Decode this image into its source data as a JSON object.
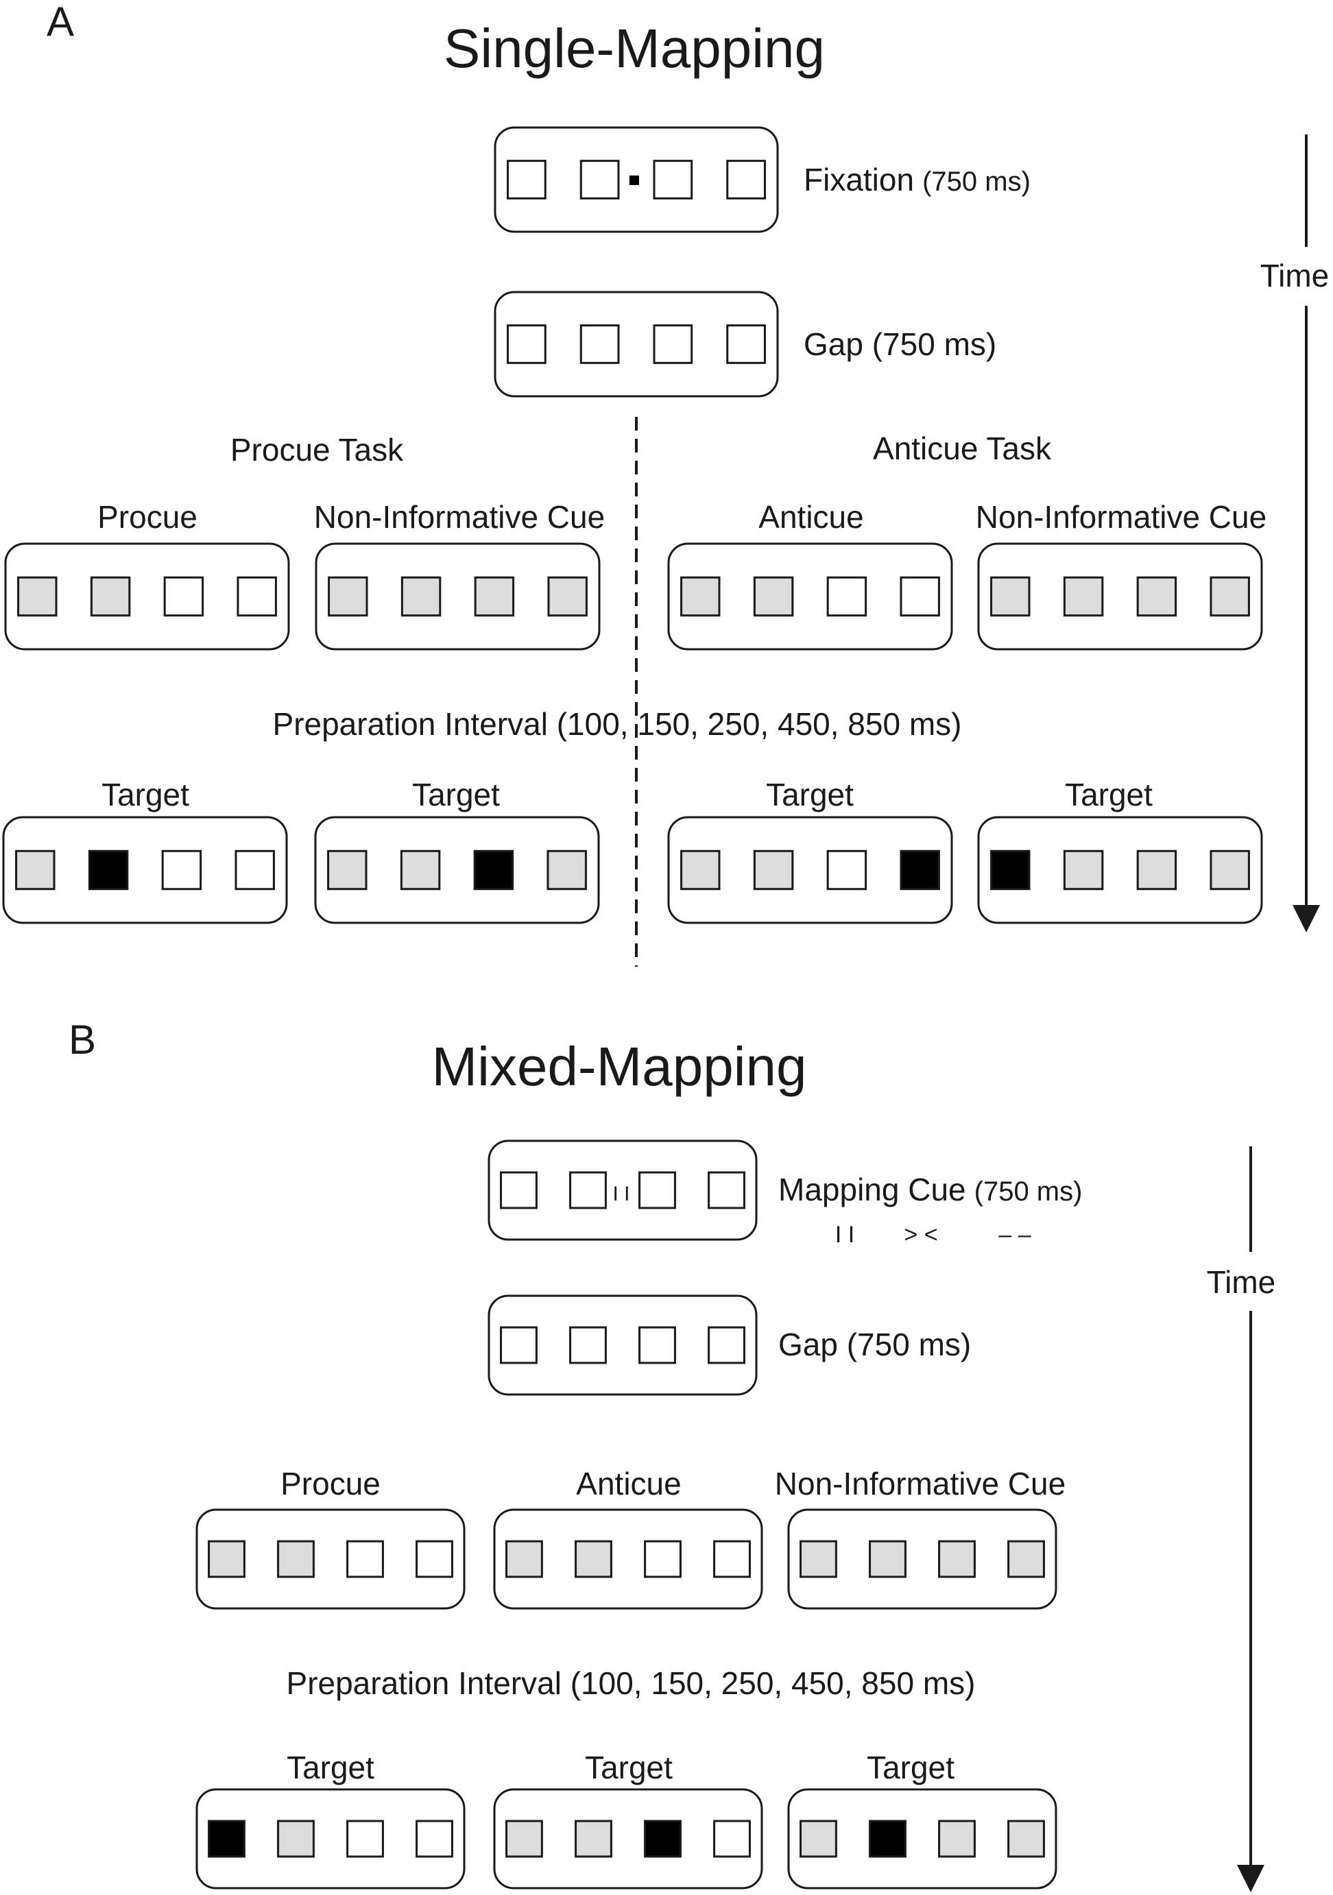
{
  "colors": {
    "white": "#ffffff",
    "gray": "#dcdcdc",
    "black": "#000000",
    "ink": "#1a1a1a"
  },
  "panel_a": {
    "letter": "A",
    "title": "Single-Mapping",
    "fixation": {
      "label": "Fixation",
      "duration": "(750 ms)",
      "squares": [
        "white",
        "white",
        "white",
        "white"
      ]
    },
    "gap": {
      "label": "Gap (750 ms)",
      "squares": [
        "white",
        "white",
        "white",
        "white"
      ]
    },
    "procue_task": "Procue Task",
    "anticue_task": "Anticue Task",
    "cues": [
      {
        "label": "Procue",
        "squares": [
          "gray",
          "gray",
          "white",
          "white"
        ]
      },
      {
        "label": "Non-Informative Cue",
        "squares": [
          "gray",
          "gray",
          "gray",
          "gray"
        ]
      },
      {
        "label": "Anticue",
        "squares": [
          "gray",
          "gray",
          "white",
          "white"
        ]
      },
      {
        "label": "Non-Informative Cue",
        "squares": [
          "gray",
          "gray",
          "gray",
          "gray"
        ]
      }
    ],
    "preparation": "Preparation Interval (100, 150, 250, 450, 850 ms)",
    "targets": [
      {
        "label": "Target",
        "squares": [
          "gray",
          "black",
          "white",
          "white"
        ]
      },
      {
        "label": "Target",
        "squares": [
          "gray",
          "gray",
          "black",
          "gray"
        ]
      },
      {
        "label": "Target",
        "squares": [
          "gray",
          "gray",
          "white",
          "black"
        ]
      },
      {
        "label": "Target",
        "squares": [
          "black",
          "gray",
          "gray",
          "gray"
        ]
      }
    ],
    "time_label": "Time"
  },
  "panel_b": {
    "letter": "B",
    "title": "Mixed-Mapping",
    "mapping_cue": {
      "label": "Mapping Cue",
      "duration": "(750 ms)",
      "squares": [
        "white",
        "white",
        "white",
        "white"
      ],
      "center_symbol": "I I"
    },
    "mapping_symbols": [
      "I I",
      "> <",
      "– –"
    ],
    "gap": {
      "label": "Gap (750 ms)",
      "squares": [
        "white",
        "white",
        "white",
        "white"
      ]
    },
    "cues": [
      {
        "label": "Procue",
        "squares": [
          "gray",
          "gray",
          "white",
          "white"
        ]
      },
      {
        "label": "Anticue",
        "squares": [
          "gray",
          "gray",
          "white",
          "white"
        ]
      },
      {
        "label": "Non-Informative Cue",
        "squares": [
          "gray",
          "gray",
          "gray",
          "gray"
        ]
      }
    ],
    "preparation": "Preparation Interval (100, 150, 250, 450, 850 ms)",
    "targets": [
      {
        "label": "Target",
        "squares": [
          "black",
          "gray",
          "white",
          "white"
        ]
      },
      {
        "label": "Target",
        "squares": [
          "gray",
          "gray",
          "black",
          "white"
        ]
      },
      {
        "label": "Target",
        "squares": [
          "gray",
          "black",
          "gray",
          "gray"
        ]
      }
    ],
    "time_label": "Time"
  }
}
